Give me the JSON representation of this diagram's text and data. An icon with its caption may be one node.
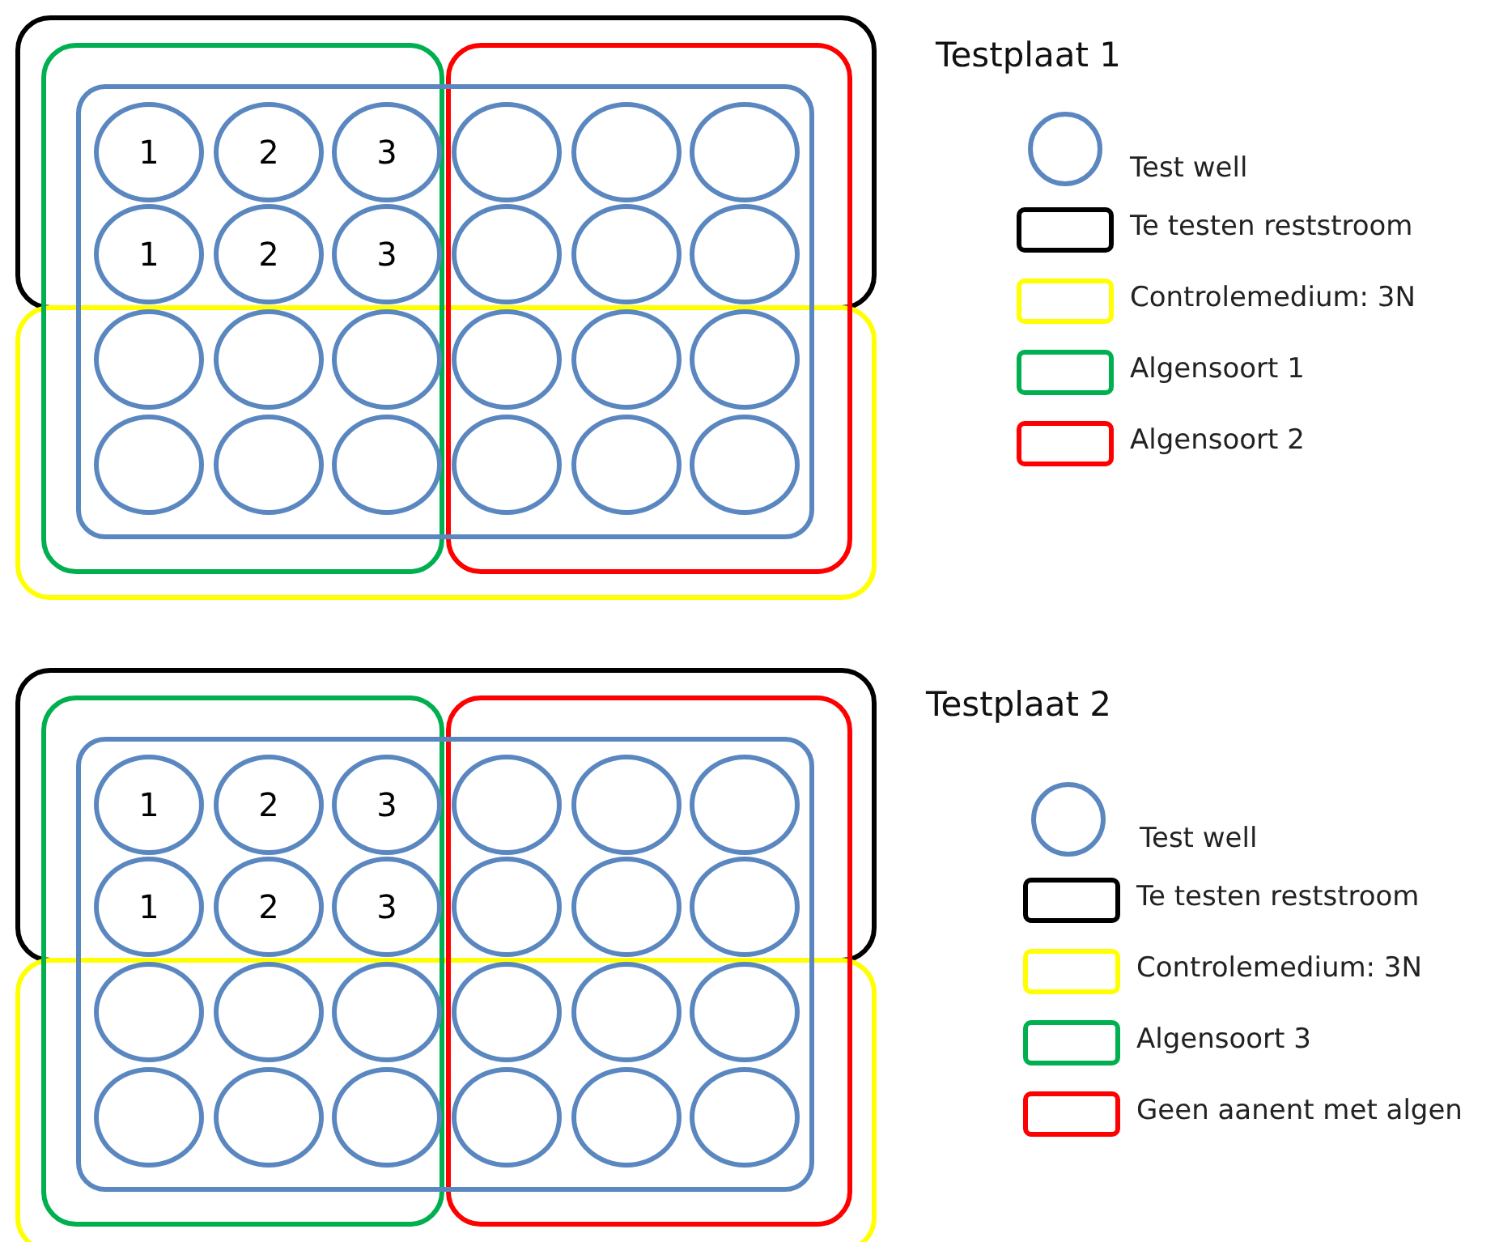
{
  "diagram": {
    "nodes": [
      {
        "text": [],
        "shape": "box"
      },
      {
        "text": [
          "1"
        ],
        "in": 0
      },
      {
        "text": [
          "2"
        ],
        "in": 0
      },
      {
        "text": [
          "3"
        ],
        "in": 0
      },
      {
        "text": [],
        "shape": "circle",
        "in": 0
      },
      {
        "text": [],
        "shape": "circle",
        "in": 0
      },
      {
        "text": [],
        "shape": "circle",
        "in": 0
      },
      {
        "text": [
          "1"
        ],
        "in": 0
      },
      {
        "text": [
          "2"
        ],
        "in": 0
      },
      {
        "text": [
          "3"
        ],
        "in": 0
      },
      {
        "text": [],
        "shape": "circle",
        "in": 0
      },
      {
        "text": [],
        "shape": "circle",
        "in": 0
      },
      {
        "text": [],
        "shape": "circle",
        "in": 0
      },
      {
        "text": [],
        "shape": "circle",
        "in": 0
      },
      {
        "text": [],
        "shape": "circle",
        "in": 0
      },
      {
        "text": [],
        "shape": "circle",
        "in": 0
      },
      {
        "text": [],
        "shape": "circle",
        "in": 0
      },
      {
        "text": [],
        "shape": "circle",
        "in": 0
      },
      {
        "text": [],
        "shape": "circle",
        "in": 0
      },
      {
        "text": [],
        "shape": "circle",
        "in": 0
      },
      {
        "text": [],
        "shape": "circle",
        "in": 0
      },
      {
        "text": [],
        "shape": "circle",
        "in": 0
      },
      {
        "text": [],
        "shape": "circle",
        "in": 0
      },
      {
        "text": [],
        "shape": "circle",
        "in": 0
      },
      {
        "text": [],
        "shape": "circle",
        "in": 0
      },
      {
        "text": [],
        "shape": "box"
      },
      {
        "text": [
          "1"
        ],
        "in": 25
      },
      {
        "text": [
          "2"
        ],
        "in": 25
      },
      {
        "text": [
          "3"
        ],
        "in": 25
      },
      {
        "text": [],
        "shape": "circle",
        "in": 25
      },
      {
        "text": [],
        "shape": "circle",
        "in": 25
      },
      {
        "text": [],
        "shape": "circle",
        "in": 25
      },
      {
        "text": [
          "1"
        ],
        "in": 25
      },
      {
        "text": [
          "2"
        ],
        "in": 25
      },
      {
        "text": [
          "3"
        ],
        "in": 25
      },
      {
        "text": [],
        "shape": "circle",
        "in": 25
      },
      {
        "text": [],
        "shape": "circle",
        "in": 25
      },
      {
        "text": [],
        "shape": "circle",
        "in": 25
      },
      {
        "text": [],
        "shape": "circle",
        "in": 25
      },
      {
        "text": [],
        "shape": "circle",
        "in": 25
      },
      {
        "text": [],
        "shape": "circle",
        "in": 25
      },
      {
        "text": [],
        "shape": "circle",
        "in": 25
      },
      {
        "text": [],
        "shape": "circle",
        "in": 25
      },
      {
        "text": [],
        "shape": "circle",
        "in": 25
      },
      {
        "text": [],
        "shape": "circle",
        "in": 25
      },
      {
        "text": [],
        "shape": "circle",
        "in": 25
      },
      {
        "text": [],
        "shape": "circle",
        "in": 25
      },
      {
        "text": [],
        "shape": "circle",
        "in": 25
      },
      {
        "text": [],
        "shape": "circle",
        "in": 25
      },
      {
        "text": [],
        "shape": "circle",
        "in": 25
      }
    ],
    "labels": [
      "Testplaat 1",
      "Testplaat 2"
    ],
    "legend": [
      {
        "text": "Test well",
        "color": "#5b87c0"
      },
      {
        "text": "Te testen reststroom",
        "color": "#000000"
      },
      {
        "text": "Controlemedium: 3N",
        "color": "#ffff00"
      },
      {
        "text": "Algensoort 1",
        "color": "#00b050"
      },
      {
        "text": "Algensoort 2",
        "color": "#ff0000"
      },
      {
        "text": "Test well",
        "color": "#5b87c0"
      },
      {
        "text": "Te testen reststroom",
        "color": "#000000"
      },
      {
        "text": "Controlemedium: 3N",
        "color": "#ffff00"
      },
      {
        "text": "Algensoort 3",
        "color": "#00b050"
      },
      {
        "text": "Geen aanent met algen",
        "color": "#ff0000"
      }
    ]
  }
}
